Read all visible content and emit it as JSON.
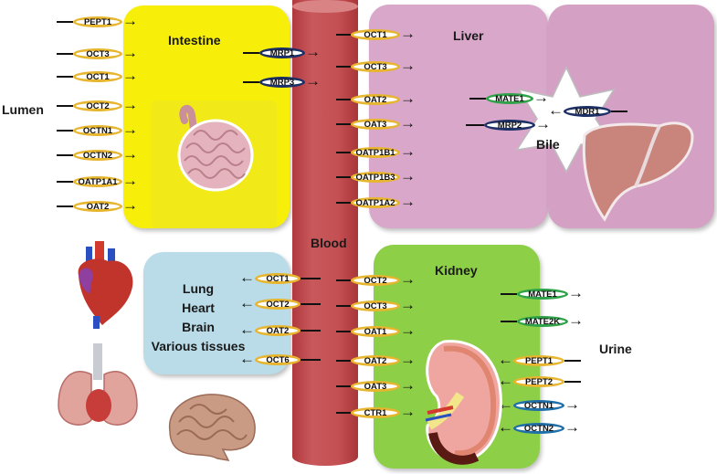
{
  "labels": {
    "intestine": "Intestine",
    "liver": "Liver",
    "blood": "Blood",
    "kidney": "Kidney",
    "lumen": "Lumen",
    "urine": "Urine",
    "bile": "Bile",
    "tissues": [
      "Lung",
      "Heart",
      "Brain",
      "Various tissues"
    ]
  },
  "colors": {
    "intestine": "#f7ef0a",
    "liver": "#d8a7c9",
    "kidney": "#8dcf46",
    "tissues": "#b9dce8",
    "blood": "#c24f52",
    "uptake_transporter_border": "#e7b52e",
    "mrp_mdr_border": "#1c2f66",
    "mate_border": "#2fa24a",
    "octn_border": "#1f6fa8"
  },
  "intestine_apical": [
    "PEPT1",
    "OCT3",
    "OCT1",
    "OCT2",
    "OCTN1",
    "OCTN2",
    "OATP1A1",
    "OAT2"
  ],
  "intestine_basolateral": [
    "MRP1",
    "MRP3"
  ],
  "liver_uptake": [
    "OCT1",
    "OCT3",
    "OAT2",
    "OAT3",
    "OATP1B1",
    "OATP1B3",
    "OATP1A2"
  ],
  "liver_to_bile": [
    "MATE1",
    "MRP2"
  ],
  "bile_from_right": [
    "MDR1"
  ],
  "tissue_uptake": [
    "OCT1",
    "OCT2",
    "OAT2",
    "OCT6"
  ],
  "kidney_uptake": [
    "OCT2",
    "OCT3",
    "OAT1",
    "OAT2",
    "OAT3",
    "CTR1"
  ],
  "kidney_efflux": [
    "MATE1",
    "MATE2K"
  ],
  "kidney_reabsorption": [
    "PEPT1",
    "PEPT2"
  ],
  "kidney_bidirectional": [
    "OCTN1",
    "OCTN2"
  ],
  "organ_images": [
    "small-intestine",
    "liver",
    "heart",
    "lungs",
    "brain",
    "kidney-cross-section"
  ]
}
